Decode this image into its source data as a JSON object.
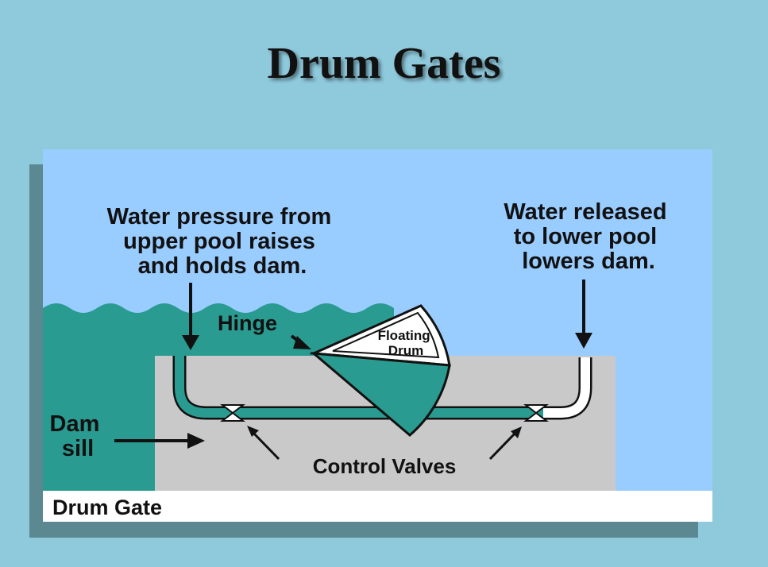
{
  "title": "Drum Gates",
  "diagram": {
    "pressure_label": [
      "Water pressure from",
      "upper pool raises",
      "and holds dam."
    ],
    "released_label": [
      "Water released",
      "to lower pool",
      "lowers dam."
    ],
    "hinge_label": "Hinge",
    "drum_label": [
      "Floating",
      "Drum"
    ],
    "sill_label": [
      "Dam",
      "sill"
    ],
    "valves_label": "Control Valves",
    "caption": "Drum Gate",
    "colors": {
      "sky": "#99ccff",
      "water": "#2a9b90",
      "sill": "#c9c9c9",
      "caption_bar": "#ffffff",
      "outline": "#111111"
    }
  }
}
